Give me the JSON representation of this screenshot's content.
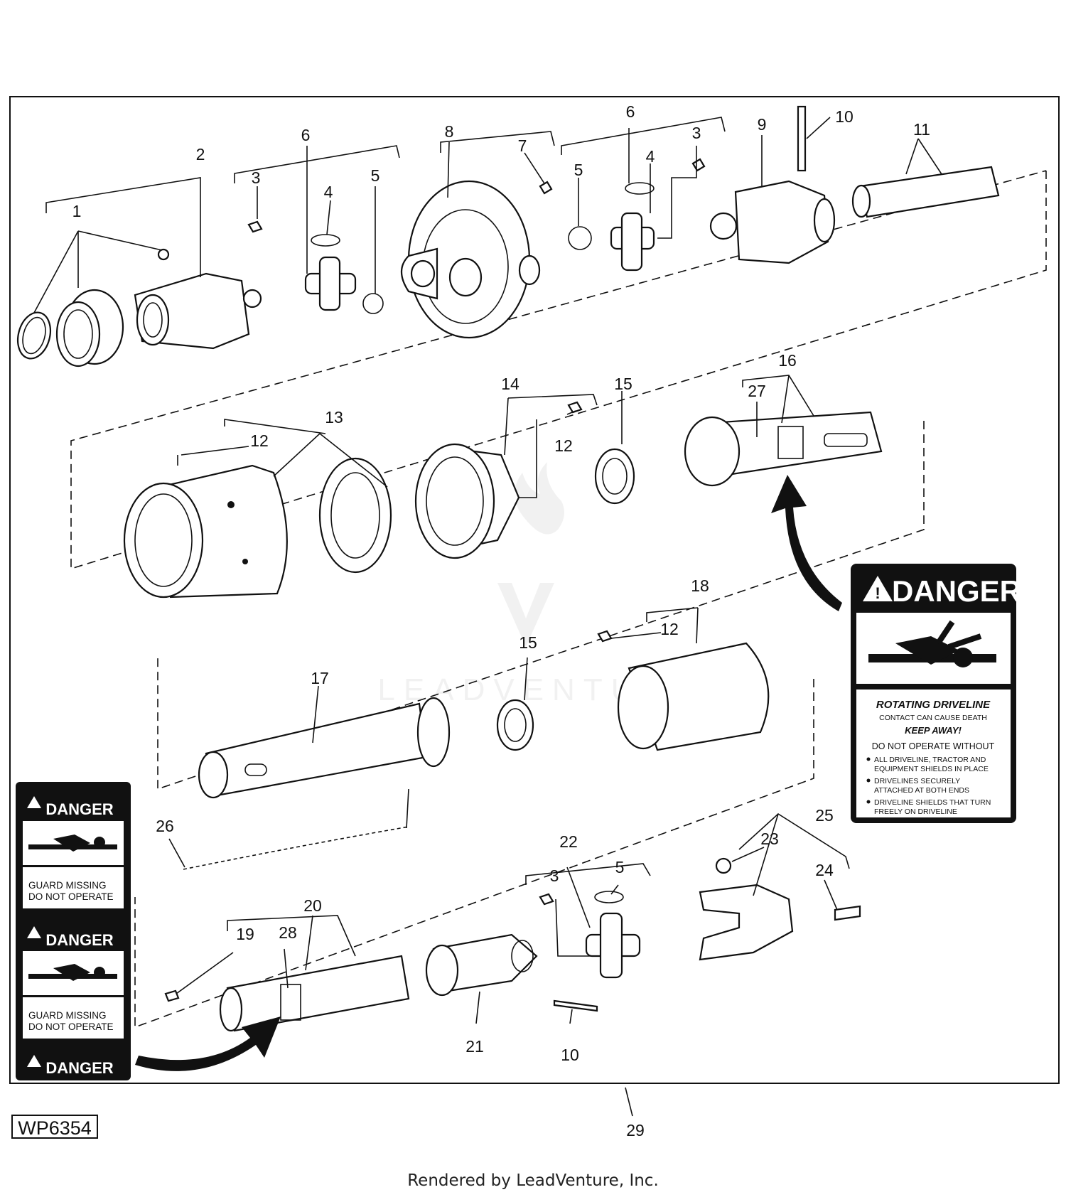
{
  "figure_code": "WP6354",
  "credit": "Rendered by LeadVenture, Inc.",
  "watermark": "LEADVENTURE",
  "callouts": [
    "1",
    "2",
    "3",
    "4",
    "5",
    "6",
    "7",
    "8",
    "9",
    "10",
    "11",
    "12",
    "13",
    "14",
    "15",
    "16",
    "17",
    "18",
    "19",
    "20",
    "21",
    "22",
    "23",
    "24",
    "25",
    "26",
    "27",
    "28",
    "29"
  ],
  "danger_decal_large": {
    "header": "DANGER",
    "title": "ROTATING DRIVELINE",
    "line1": "CONTACT CAN CAUSE DEATH",
    "line2": "KEEP AWAY!",
    "line3": "DO NOT OPERATE WITHOUT",
    "bullet1a": "ALL DRIVELINE, TRACTOR AND",
    "bullet1b": "EQUIPMENT SHIELDS IN PLACE",
    "bullet2a": "DRIVELINES SECURELY",
    "bullet2b": "ATTACHED AT BOTH ENDS",
    "bullet3a": "DRIVELINE SHIELDS THAT TURN",
    "bullet3b": "FREELY ON DRIVELINE"
  },
  "danger_decal_small": {
    "header": "DANGER",
    "line1": "GUARD MISSING",
    "line2": "DO NOT OPERATE"
  },
  "colors": {
    "ink": "#111111",
    "paper": "#ffffff",
    "watermark": "#e6e6e6"
  }
}
